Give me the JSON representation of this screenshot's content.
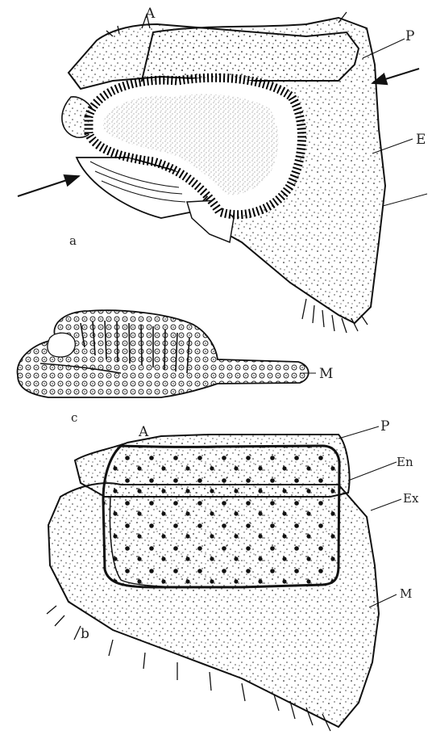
{
  "figure": {
    "labels": {
      "a_A": "A",
      "a_P": "P",
      "a_E": "E",
      "panel_a": "a",
      "c_M": "M",
      "panel_c": "c",
      "b_A": "A",
      "b_P": "P",
      "b_En": "En",
      "b_Ex": "Ex",
      "b_M": "M",
      "panel_b": "b"
    }
  }
}
